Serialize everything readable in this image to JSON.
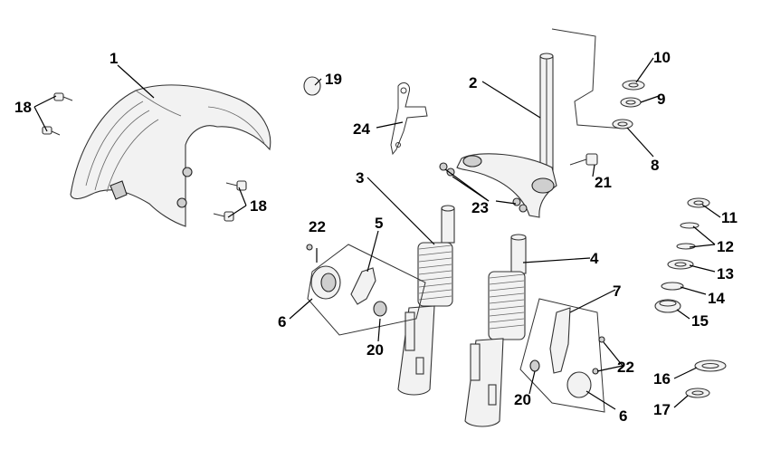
{
  "callouts": [
    {
      "id": "c1",
      "label": "1"
    },
    {
      "id": "c2",
      "label": "2"
    },
    {
      "id": "c3",
      "label": "3"
    },
    {
      "id": "c4",
      "label": "4"
    },
    {
      "id": "c5",
      "label": "5"
    },
    {
      "id": "c6a",
      "label": "6"
    },
    {
      "id": "c6b",
      "label": "6"
    },
    {
      "id": "c7",
      "label": "7"
    },
    {
      "id": "c8",
      "label": "8"
    },
    {
      "id": "c9",
      "label": "9"
    },
    {
      "id": "c10",
      "label": "10"
    },
    {
      "id": "c11",
      "label": "11"
    },
    {
      "id": "c12",
      "label": "12"
    },
    {
      "id": "c13",
      "label": "13"
    },
    {
      "id": "c14",
      "label": "14"
    },
    {
      "id": "c15",
      "label": "15"
    },
    {
      "id": "c16",
      "label": "16"
    },
    {
      "id": "c17",
      "label": "17"
    },
    {
      "id": "c18a",
      "label": "18"
    },
    {
      "id": "c18b",
      "label": "18"
    },
    {
      "id": "c19",
      "label": "19"
    },
    {
      "id": "c20a",
      "label": "20"
    },
    {
      "id": "c20b",
      "label": "20"
    },
    {
      "id": "c21",
      "label": "21"
    },
    {
      "id": "c22a",
      "label": "22"
    },
    {
      "id": "c22b",
      "label": "22"
    },
    {
      "id": "c23",
      "label": "23"
    },
    {
      "id": "c24",
      "label": "24"
    }
  ]
}
